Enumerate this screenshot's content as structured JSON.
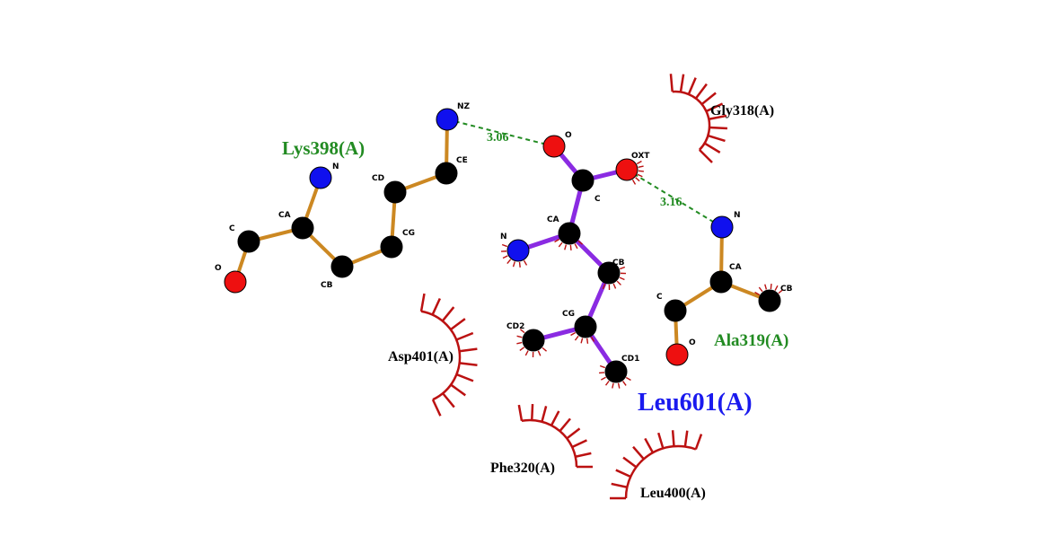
{
  "colors": {
    "carbon": "#000000",
    "nitrogen": "#1010ee",
    "oxygen": "#ee1010",
    "ligand_bond": "#8a2be2",
    "residue_bond": "#cc8822",
    "hbond": "#228b22",
    "hydrophobic": "#bb1111",
    "residue_label_hbond": "#228b22",
    "residue_label_contact": "#000000",
    "ligand_label": "#1a1aee"
  },
  "residues": {
    "lys398": "Lys398(A)",
    "ala319": "Ala319(A)",
    "gly318": "Gly318(A)",
    "asp401": "Asp401(A)",
    "phe320": "Phe320(A)",
    "leu400": "Leu400(A)"
  },
  "ligand": {
    "name": "Leu601(A)"
  },
  "hbonds": {
    "nz_o": "3.06",
    "oxt_n": "3.16"
  },
  "atom_labels": {
    "lys_nz": "NZ",
    "lys_ce": "CE",
    "lys_cd": "CD",
    "lys_cg": "CG",
    "lys_cb": "CB",
    "lys_ca": "CA",
    "lys_n": "N",
    "lys_c": "C",
    "lys_o": "O",
    "lig_o": "O",
    "lig_oxt": "OXT",
    "lig_c": "C",
    "lig_ca": "CA",
    "lig_n": "N",
    "lig_cb": "CB",
    "lig_cg": "CG",
    "lig_cd1": "CD1",
    "lig_cd2": "CD2",
    "ala_n": "N",
    "ala_ca": "CA",
    "ala_cb": "CB",
    "ala_c": "C",
    "ala_o": "O"
  }
}
